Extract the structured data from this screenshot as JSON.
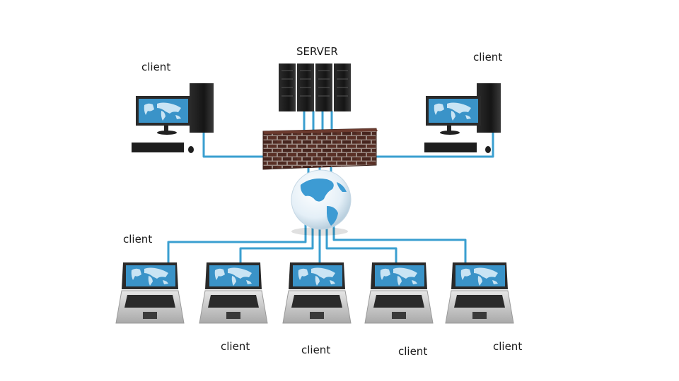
{
  "labels": {
    "server": "SERVER",
    "client_top_left": "client",
    "client_top_right": "client",
    "client_mid_left": "client",
    "client_bottom_1": "client",
    "client_bottom_2": "client",
    "client_bottom_3": "client",
    "client_bottom_4": "client"
  },
  "colors": {
    "cable": "#3a9fd0",
    "screen": "#3a93c8",
    "map_land": "#c9e4f4",
    "tower": "#1c1c1c",
    "brick": "#4e2a22",
    "mortar": "#9c8b84",
    "globe_sea": "#eaf3f9",
    "globe_land": "#3d9bd3",
    "laptop_body": "#c9c9c9",
    "keyboard": "#2a2a2a"
  },
  "icons": [
    "server-rack-icon",
    "firewall-brick-icon",
    "globe-icon",
    "desktop-computer-icon",
    "laptop-icon"
  ]
}
